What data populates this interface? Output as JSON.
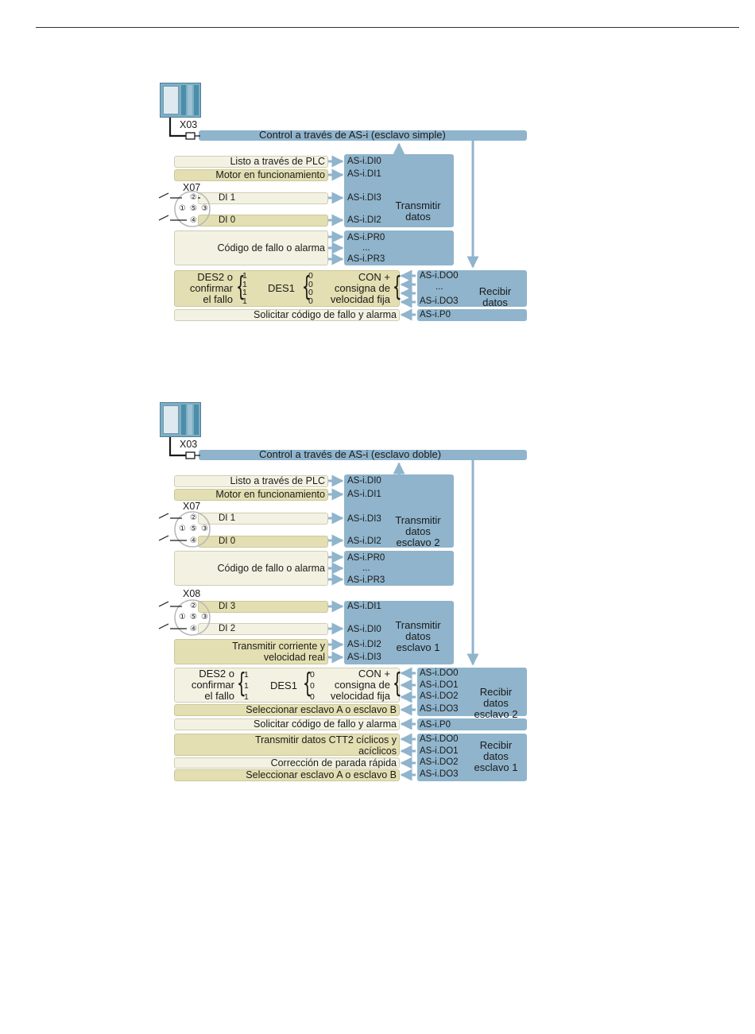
{
  "d1": {
    "connector": "X03",
    "bus_title": "Control a través de AS-i (esclavo simple)",
    "inputs": {
      "listo": "Listo a través de PLC",
      "motor": "Motor en funcionamiento",
      "x07": "X07",
      "di1": "DI 1",
      "di0": "DI 0",
      "codigo": "Código de fallo o alarma"
    },
    "pins": {
      "p2": "②",
      "p1": "①",
      "p5": "⑤",
      "p3": "③",
      "p4": "④"
    },
    "signals_tx": {
      "di0": "AS-i.DI0",
      "di1": "AS-i.DI1",
      "di3": "AS-i.DI3",
      "di2": "AS-i.DI2",
      "pr0": "AS-i.PR0",
      "ellipsis": "...",
      "pr3": "AS-i.PR3"
    },
    "transmit": "Transmitir\ndatos",
    "des2": "DES2 o\nconfirmar\nel fallo",
    "des2_bits": "1\n1\n1\n1",
    "des1": "DES1",
    "des1_bits": "0\n0\n0\n0",
    "con": "CON +\nconsigna de\nvelocidad fija",
    "signals_rx": {
      "do0": "AS-i.DO0",
      "ellipsis": "...",
      "do3": "AS-i.DO3",
      "p0": "AS-i.P0"
    },
    "receive": "Recibir\ndatos",
    "solicitar": "Solicitar código de fallo y alarma"
  },
  "d2": {
    "connector": "X03",
    "bus_title": "Control a través de AS-i (esclavo doble)",
    "inputs": {
      "listo": "Listo a través de PLC",
      "motor": "Motor en funcionamiento",
      "x07": "X07",
      "di1": "DI 1",
      "di0": "DI 0",
      "codigo": "Código de fallo o alarma",
      "x08": "X08",
      "di3": "DI 3",
      "di2": "DI 2",
      "transmitir_corriente": "Transmitir corriente y\nvelocidad real"
    },
    "pins": {
      "p2": "②",
      "p1": "①",
      "p5": "⑤",
      "p3": "③",
      "p4": "④"
    },
    "signals_tx2": {
      "di0": "AS-i.DI0",
      "di1": "AS-i.DI1",
      "di3": "AS-i.DI3",
      "di2": "AS-i.DI2",
      "pr0": "AS-i.PR0",
      "ellipsis": "...",
      "pr3": "AS-i.PR3"
    },
    "transmit2": "Transmitir\ndatos\nesclavo 2",
    "signals_tx1": {
      "di1": "AS-i.DI1",
      "di0": "AS-i.DI0",
      "di2": "AS-i.DI2",
      "di3": "AS-i.DI3"
    },
    "transmit1": "Transmitir\ndatos\nesclavo 1",
    "des2": "DES2 o\nconfirmar\nel fallo",
    "des2_bits": "1\n1\n1",
    "des1": "DES1",
    "des1_bits": "0\n0\n0",
    "con": "CON +\nconsigna de\nvelocidad fija",
    "seleccionar": "Seleccionar esclavo A o esclavo B",
    "solicitar": "Solicitar código de fallo y alarma",
    "signals_rx2": {
      "do0": "AS-i.DO0",
      "do1": "AS-i.DO1",
      "do2": "AS-i.DO2",
      "do3": "AS-i.DO3",
      "p0": "AS-i.P0"
    },
    "receive2": "Recibir\ndatos\nesclavo 2",
    "ctt2": "Transmitir datos CTT2 cíclicos y\nacíclicos",
    "correccion": "Corrección de parada rápida",
    "seleccionar_b": "Seleccionar esclavo A o esclavo B",
    "signals_rx1": {
      "do0": "AS-i.DO0",
      "do1": "AS-i.DO1",
      "do2": "AS-i.DO2",
      "do3": "AS-i.DO3"
    },
    "receive1": "Recibir\ndatos\nesclavo 1"
  },
  "colors": {
    "blue": "#8fb4cc",
    "cream": "#f3f2e2",
    "olive": "#e3dfb2",
    "line": "#333333"
  }
}
